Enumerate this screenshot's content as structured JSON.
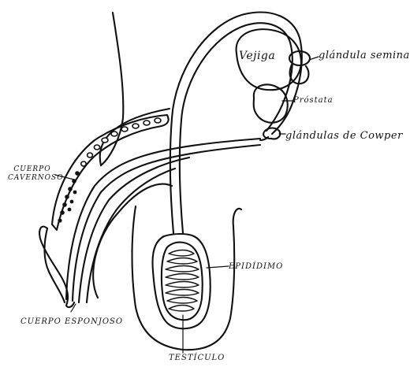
{
  "labels": {
    "vejiga": "Vejiga",
    "glandula_seminal": "glándula seminal",
    "prostata": "Próstata",
    "glandulas_cowper": "glándulas de Cowper",
    "cuerpo_cavernoso": "CUERPO CAVERNOSO",
    "cuerpo_esponjoso": "CUERPO ESPONJOSO",
    "epididimo": "EPIDÍDIMO",
    "testiculo": "TESTÍCULO"
  }
}
